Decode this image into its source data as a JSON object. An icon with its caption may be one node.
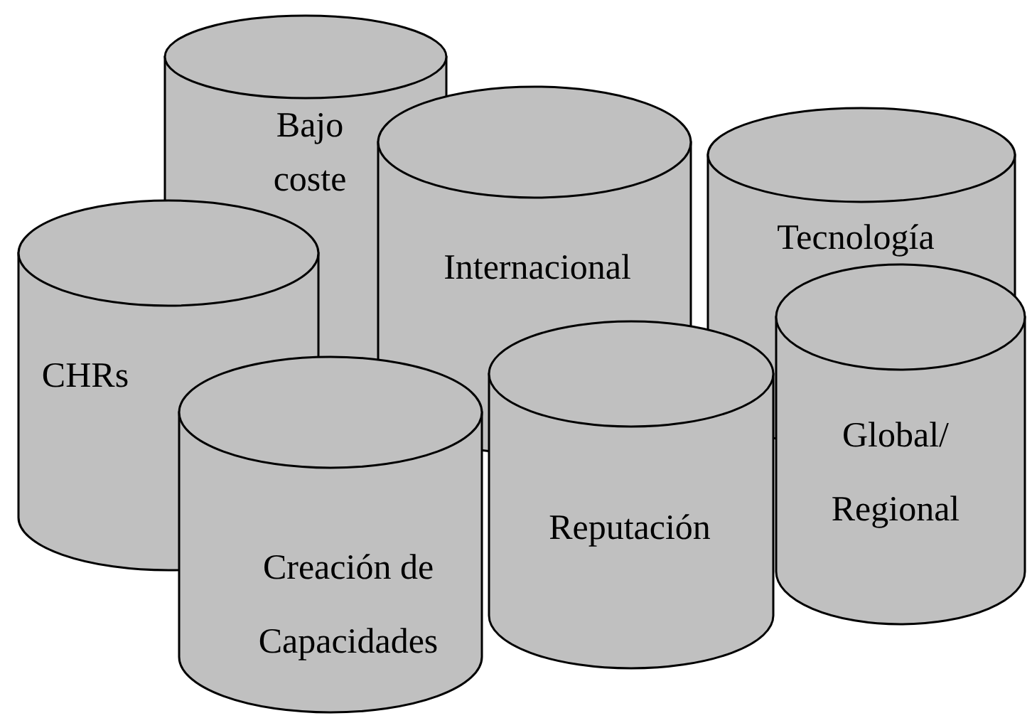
{
  "diagram": {
    "nodes": [
      {
        "text": [
          "Bajo coste"
        ]
      },
      {
        "text": [
          "Internacional"
        ]
      },
      {
        "text": [
          "Tecnología"
        ]
      },
      {
        "text": [
          "CHRs"
        ]
      },
      {
        "text": [
          "Global/ Regional"
        ]
      },
      {
        "text": [
          "Reputación"
        ]
      },
      {
        "text": [
          "Creación de Capacidades"
        ]
      }
    ]
  }
}
